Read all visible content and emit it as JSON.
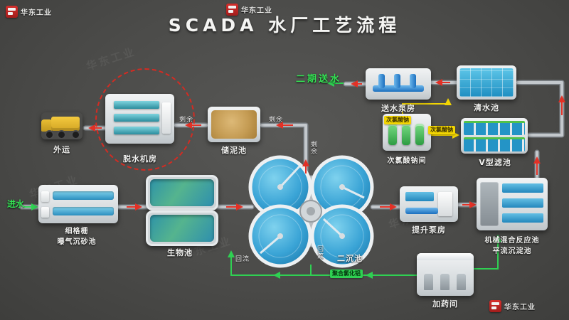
{
  "title": "SCADA 水厂工艺流程",
  "brand": {
    "name": "华东工业"
  },
  "colors": {
    "main_flow": "#e23126",
    "return_flow": "#2fd052",
    "chemical_flow": "#f2d503",
    "highlight": "#d42b22",
    "background": "#4b4b49"
  },
  "flow_tags": {
    "inlet": "进水",
    "phase2": "二期送水",
    "surplus": "剩余",
    "reflux": "回流",
    "naclo": "次氯酸钠",
    "pac": "聚合氯化铝"
  },
  "stations": {
    "truck": {
      "label": "外运"
    },
    "dewater": {
      "label": "脱水机房"
    },
    "sludge_tank": {
      "label": "储泥池"
    },
    "outlet_pump": {
      "label": "送水泵房"
    },
    "clear_tank": {
      "label": "清水池"
    },
    "naclo_room": {
      "label": "次氯酸钠间"
    },
    "v_filter": {
      "label": "V型滤池"
    },
    "grit": {
      "line1": "细格栅",
      "line2": "曝气沉砂池"
    },
    "bio_tank": {
      "label": "生物池"
    },
    "secondary_tank": {
      "label": "二沉池"
    },
    "lift_pump": {
      "label": "提升泵房"
    },
    "mix_tank": {
      "line1": "机械混合反应池",
      "line2": "平流沉淀池"
    },
    "dosing_room": {
      "label": "加药间"
    }
  }
}
